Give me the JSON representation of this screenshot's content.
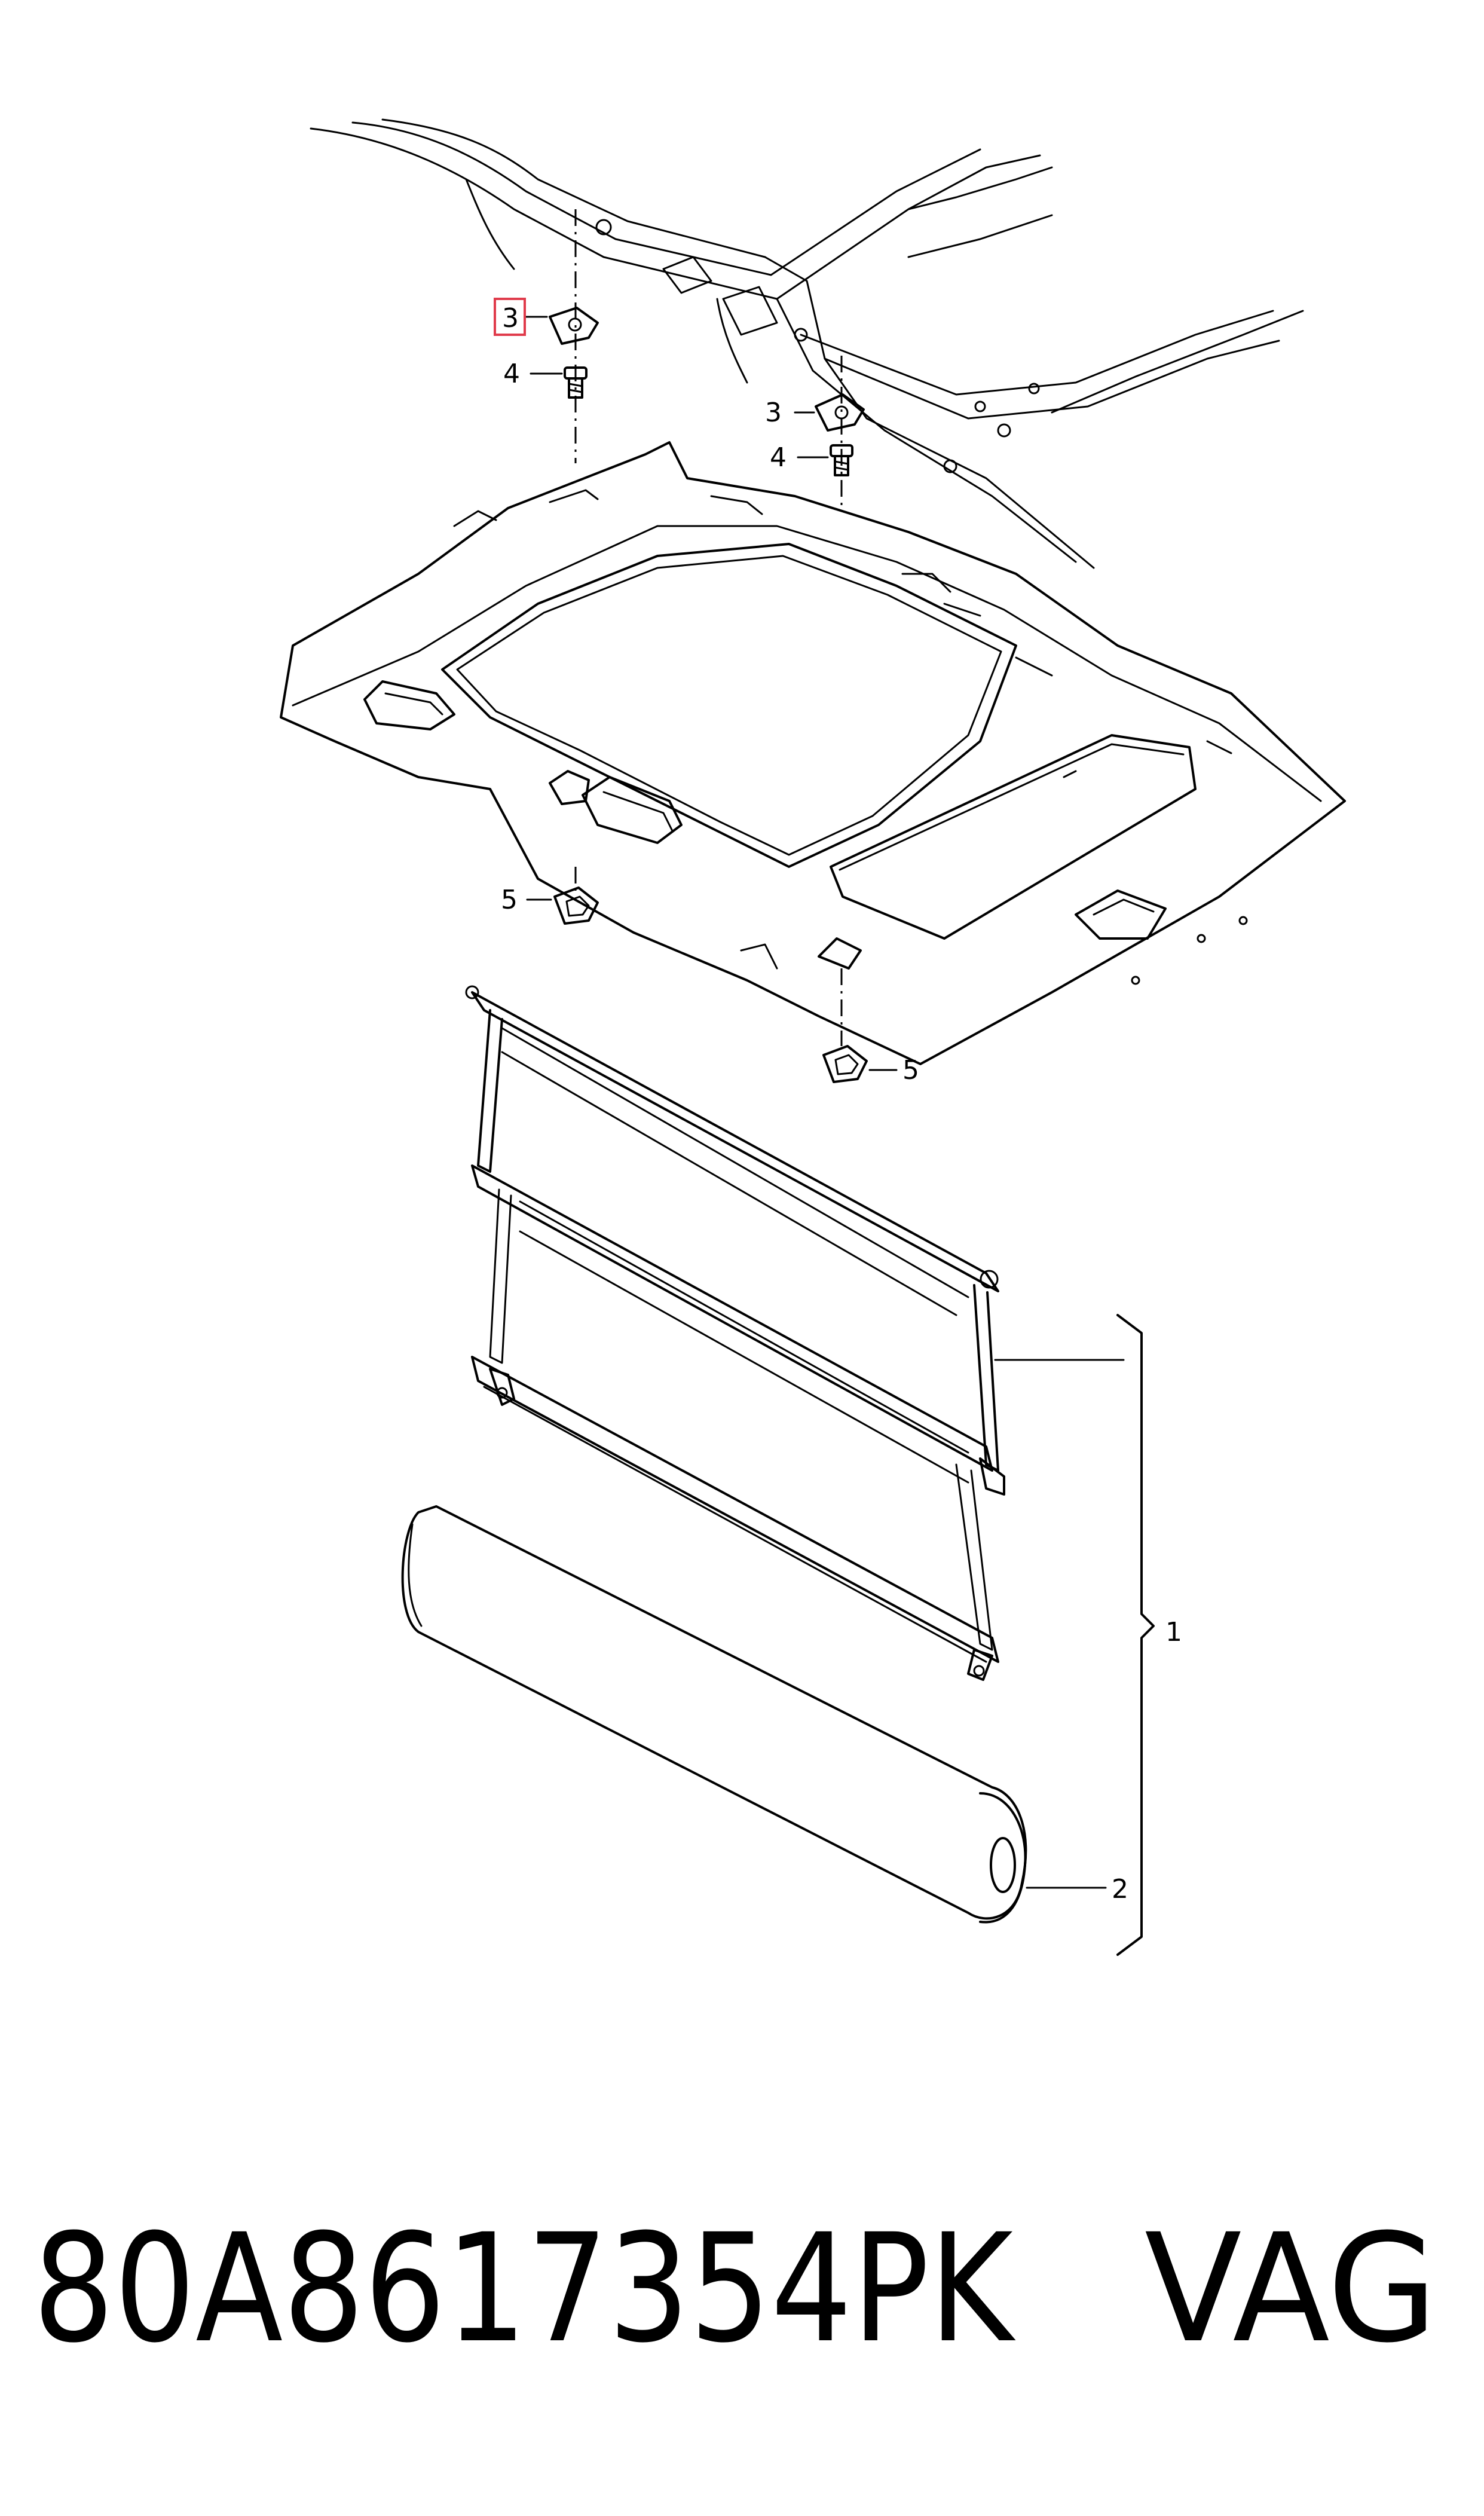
{
  "callouts": {
    "c1": "1",
    "c2": "2",
    "c3_left": "3",
    "c3_right": "3",
    "c4_left": "4",
    "c4_right": "4",
    "c5_left": "5",
    "c5_right": "5"
  },
  "highlight_color": "#e03c4c",
  "footer": {
    "part_number": "80A8617354PK",
    "brand": "VAG"
  }
}
